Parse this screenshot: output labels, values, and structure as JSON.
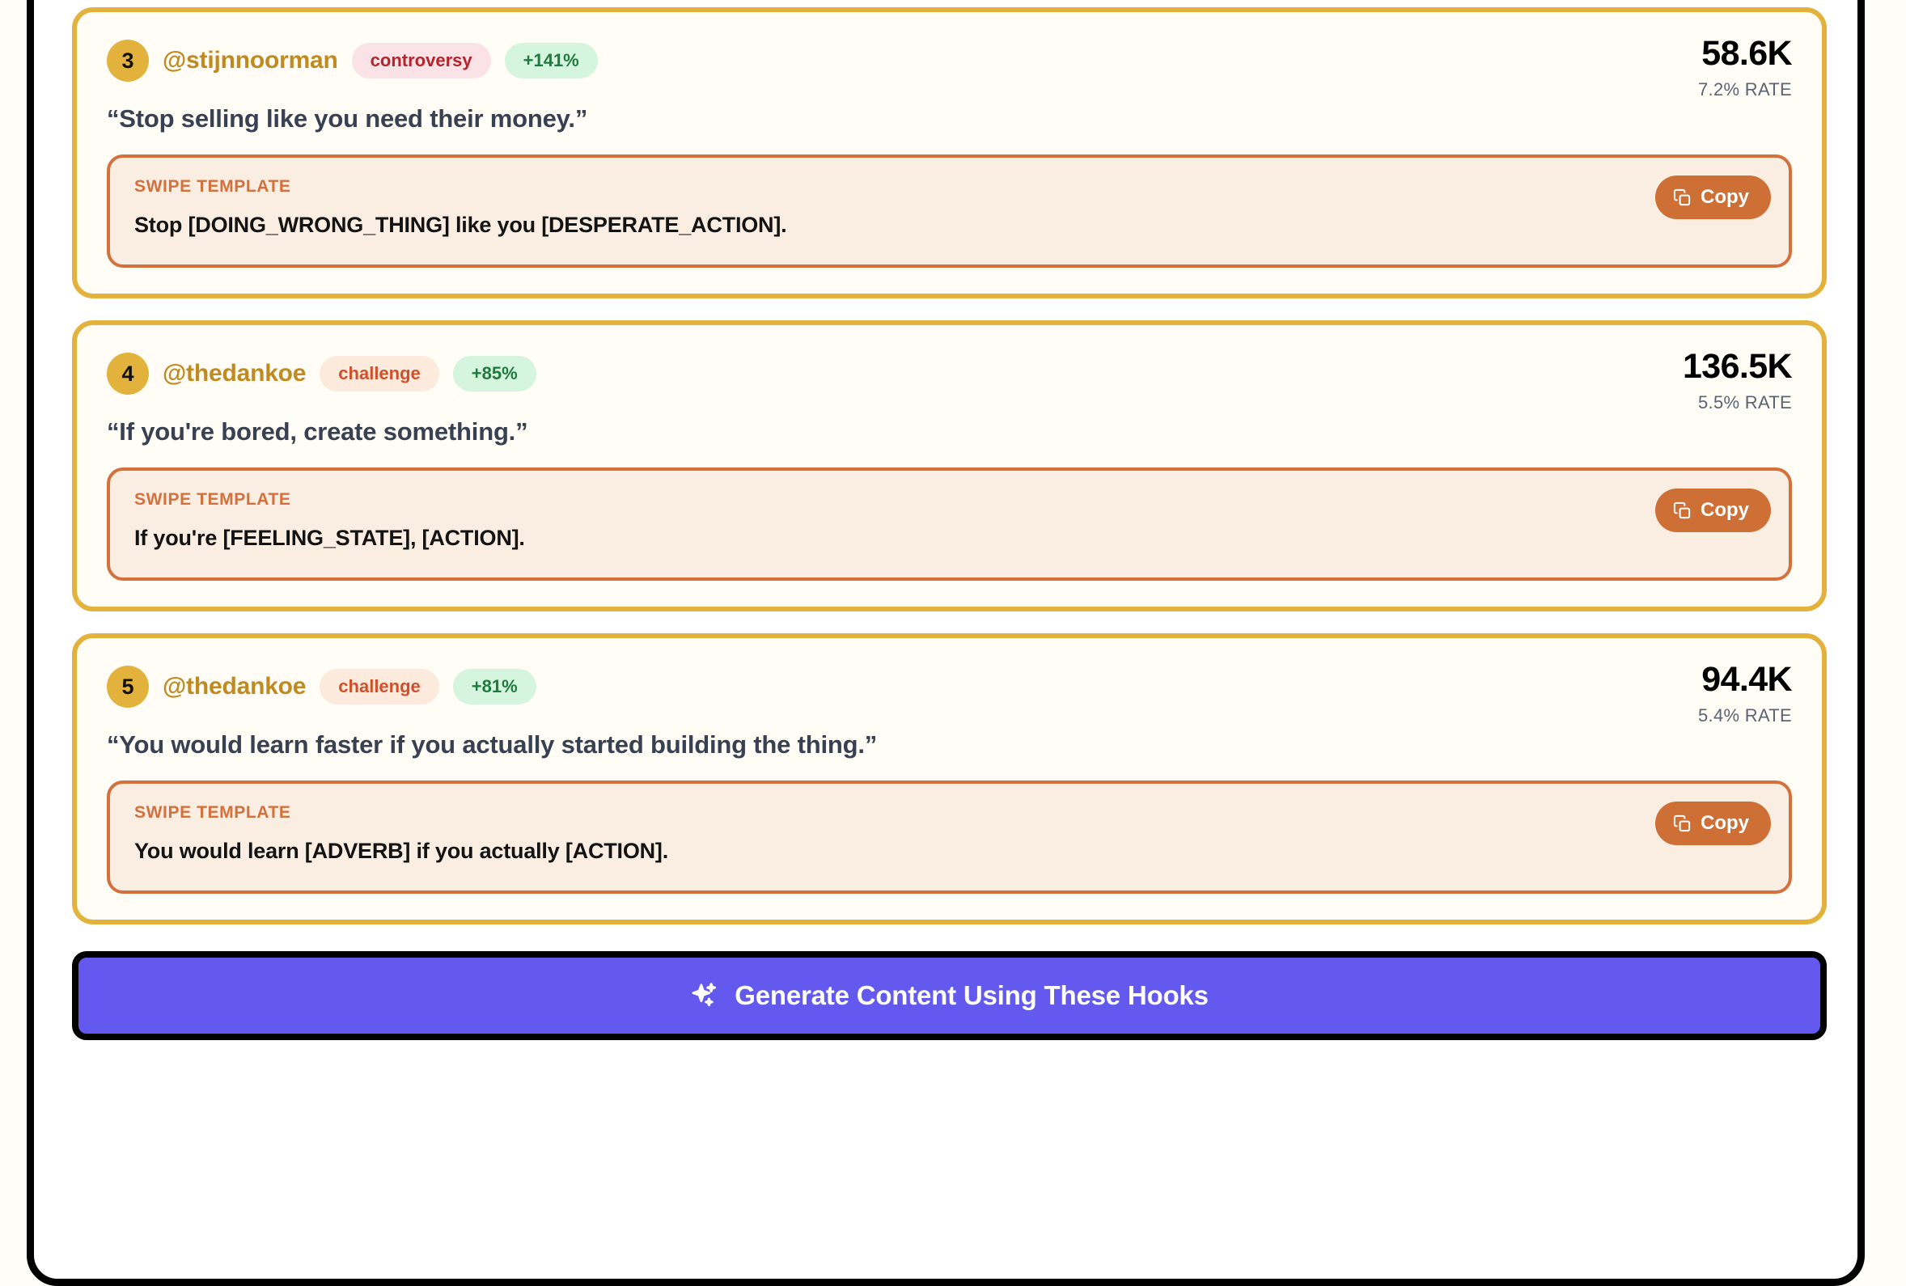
{
  "panel": {
    "cta": {
      "label": "Generate Content Using These Hooks",
      "icon": "sparkles-icon",
      "background": "#6359EE",
      "text_color": "#FFFFFF"
    },
    "copy_label": "Copy",
    "copy_icon": "copy-icon",
    "swipe_label": "SWIPE TEMPLATE",
    "accent_gold": "#E3B23C",
    "accent_orange": "#D4703C"
  },
  "hooks": [
    {
      "rank": "3",
      "handle": "@stijnnoorman",
      "category": "controversy",
      "category_style": "controversy",
      "lift": "+141%",
      "views": "58.6K",
      "rate": "7.2% RATE",
      "quote": "“Stop selling like you need their money.”",
      "swipe_label": "SWIPE TEMPLATE",
      "swipe_text": "Stop [DOING_WRONG_THING] like you [DESPERATE_ACTION].",
      "copy_label": "Copy"
    },
    {
      "rank": "4",
      "handle": "@thedankoe",
      "category": "challenge",
      "category_style": "challenge",
      "lift": "+85%",
      "views": "136.5K",
      "rate": "5.5% RATE",
      "quote": "“If you're bored, create something.”",
      "swipe_label": "SWIPE TEMPLATE",
      "swipe_text": "If you're [FEELING_STATE], [ACTION].",
      "copy_label": "Copy"
    },
    {
      "rank": "5",
      "handle": "@thedankoe",
      "category": "challenge",
      "category_style": "challenge",
      "lift": "+81%",
      "views": "94.4K",
      "rate": "5.4% RATE",
      "quote": "“You would learn faster if you actually started building the thing.”",
      "swipe_label": "SWIPE TEMPLATE",
      "swipe_text": "You would learn [ADVERB] if you actually [ACTION].",
      "copy_label": "Copy"
    }
  ]
}
